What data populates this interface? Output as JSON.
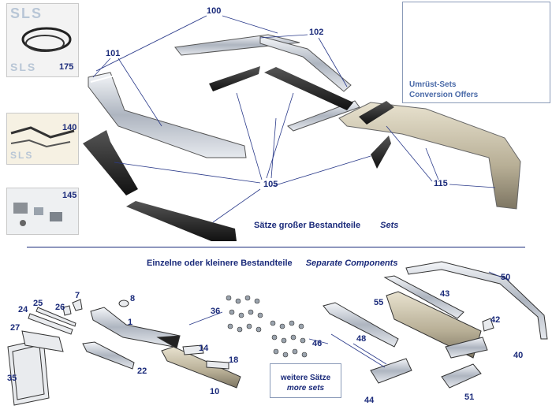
{
  "thumbs": {
    "t175": {
      "number": "175",
      "logo_top": "SLS",
      "logo_bottom": "SLS"
    },
    "t140": {
      "number": "140",
      "logo": "SLS"
    },
    "t145": {
      "number": "145"
    }
  },
  "conversion": {
    "line1": "Umrüst-Sets",
    "line2": "Conversion Offers"
  },
  "main_labels": {
    "n100": "100",
    "n101": "101",
    "n102": "102",
    "n105": "105",
    "n115": "115"
  },
  "sets_caption": {
    "de": "Sätze großer Bestandteile",
    "en": "Sets"
  },
  "separate_caption": {
    "de": "Einzelne oder kleinere Bestandteile",
    "en": "Separate Components"
  },
  "parts": {
    "p1": "1",
    "p7": "7",
    "p8": "8",
    "p10": "10",
    "p14": "14",
    "p18": "18",
    "p22": "22",
    "p24": "24",
    "p25": "25",
    "p26": "26",
    "p27": "27",
    "p35": "35",
    "p36": "36",
    "p40": "40",
    "p42": "42",
    "p43": "43",
    "p44": "44",
    "p46": "46",
    "p48": "48",
    "p50": "50",
    "p51": "51",
    "p55": "55"
  },
  "more_sets": {
    "de": "weitere Sätze",
    "en": "more sets"
  },
  "colors": {
    "label": "#1a2a7a",
    "chrome": "#c9ced6",
    "rubber": "#2a2a2a",
    "line": "#2a3a8a"
  }
}
